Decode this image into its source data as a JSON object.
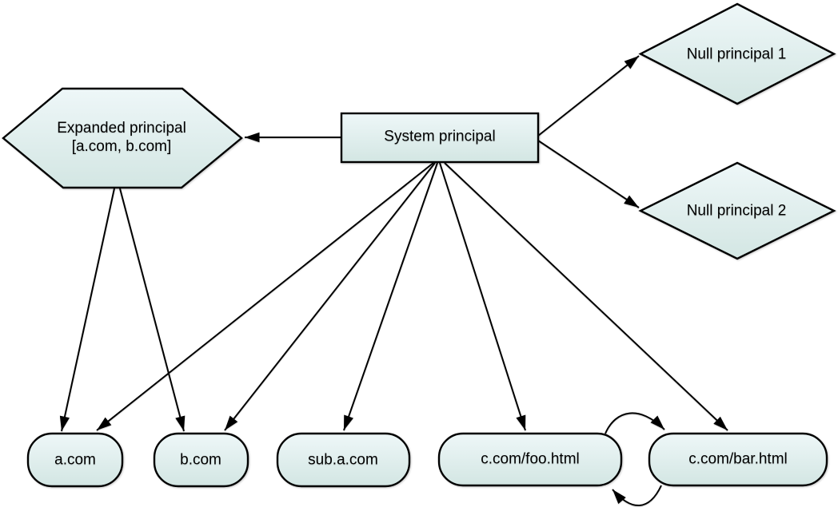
{
  "diagram_type": "node-link principal hierarchy",
  "colors": {
    "background": "#ffffff",
    "node_fill_top": "#eef7f8",
    "node_fill_bottom": "#d3e6e3",
    "node_stroke": "#000000",
    "edge_stroke": "#000000",
    "text": "#000000"
  },
  "nodes": {
    "system": {
      "label": "System principal",
      "shape": "rectangle"
    },
    "expanded": {
      "label_line1": "Expanded principal",
      "label_line2": "[a.com, b.com]",
      "shape": "hexagon"
    },
    "null1": {
      "label": "Null principal 1",
      "shape": "diamond"
    },
    "null2": {
      "label": "Null principal 2",
      "shape": "diamond"
    },
    "acom": {
      "label": "a.com",
      "shape": "rounded-rect"
    },
    "bcom": {
      "label": "b.com",
      "shape": "rounded-rect"
    },
    "subacom": {
      "label": "sub.a.com",
      "shape": "rounded-rect"
    },
    "foo": {
      "label": "c.com/foo.html",
      "shape": "rounded-rect"
    },
    "bar": {
      "label": "c.com/bar.html",
      "shape": "rounded-rect"
    }
  },
  "edges": [
    {
      "from": "System principal",
      "to": "Expanded principal [a.com, b.com]",
      "style": "straight-arrow"
    },
    {
      "from": "System principal",
      "to": "Null principal 1",
      "style": "straight-arrow"
    },
    {
      "from": "System principal",
      "to": "Null principal 2",
      "style": "straight-arrow"
    },
    {
      "from": "Expanded principal [a.com, b.com]",
      "to": "a.com",
      "style": "straight-arrow"
    },
    {
      "from": "Expanded principal [a.com, b.com]",
      "to": "b.com",
      "style": "straight-arrow"
    },
    {
      "from": "System principal",
      "to": "a.com",
      "style": "straight-arrow"
    },
    {
      "from": "System principal",
      "to": "b.com",
      "style": "straight-arrow"
    },
    {
      "from": "System principal",
      "to": "sub.a.com",
      "style": "straight-arrow"
    },
    {
      "from": "System principal",
      "to": "c.com/foo.html",
      "style": "straight-arrow"
    },
    {
      "from": "System principal",
      "to": "c.com/bar.html",
      "style": "straight-arrow"
    },
    {
      "from": "c.com/foo.html",
      "to": "c.com/bar.html",
      "style": "curved-arrow"
    },
    {
      "from": "c.com/bar.html",
      "to": "c.com/foo.html",
      "style": "curved-arrow"
    }
  ]
}
